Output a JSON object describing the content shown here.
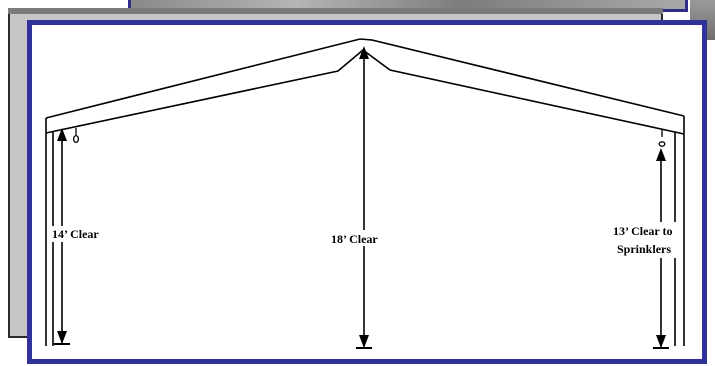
{
  "labels": {
    "left_clearance": "14’ Clear",
    "center_clearance": "18’ Clear",
    "right_clearance_line1": "13’ Clear to",
    "right_clearance_line2": "Sprinklers"
  }
}
